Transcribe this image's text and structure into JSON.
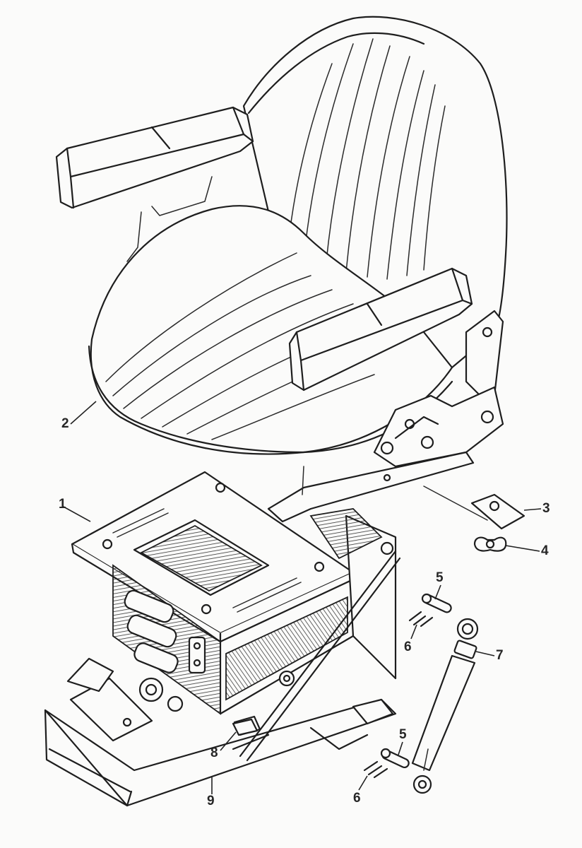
{
  "callouts": [
    {
      "id": "c1",
      "label": "1"
    },
    {
      "id": "c2",
      "label": "2"
    },
    {
      "id": "c3",
      "label": "3"
    },
    {
      "id": "c4",
      "label": "4"
    },
    {
      "id": "c5a",
      "label": "5"
    },
    {
      "id": "c6a",
      "label": "6"
    },
    {
      "id": "c7",
      "label": "7"
    },
    {
      "id": "c8",
      "label": "8"
    },
    {
      "id": "c9",
      "label": "9"
    },
    {
      "id": "c5b",
      "label": "5"
    },
    {
      "id": "c6b",
      "label": "6"
    }
  ]
}
